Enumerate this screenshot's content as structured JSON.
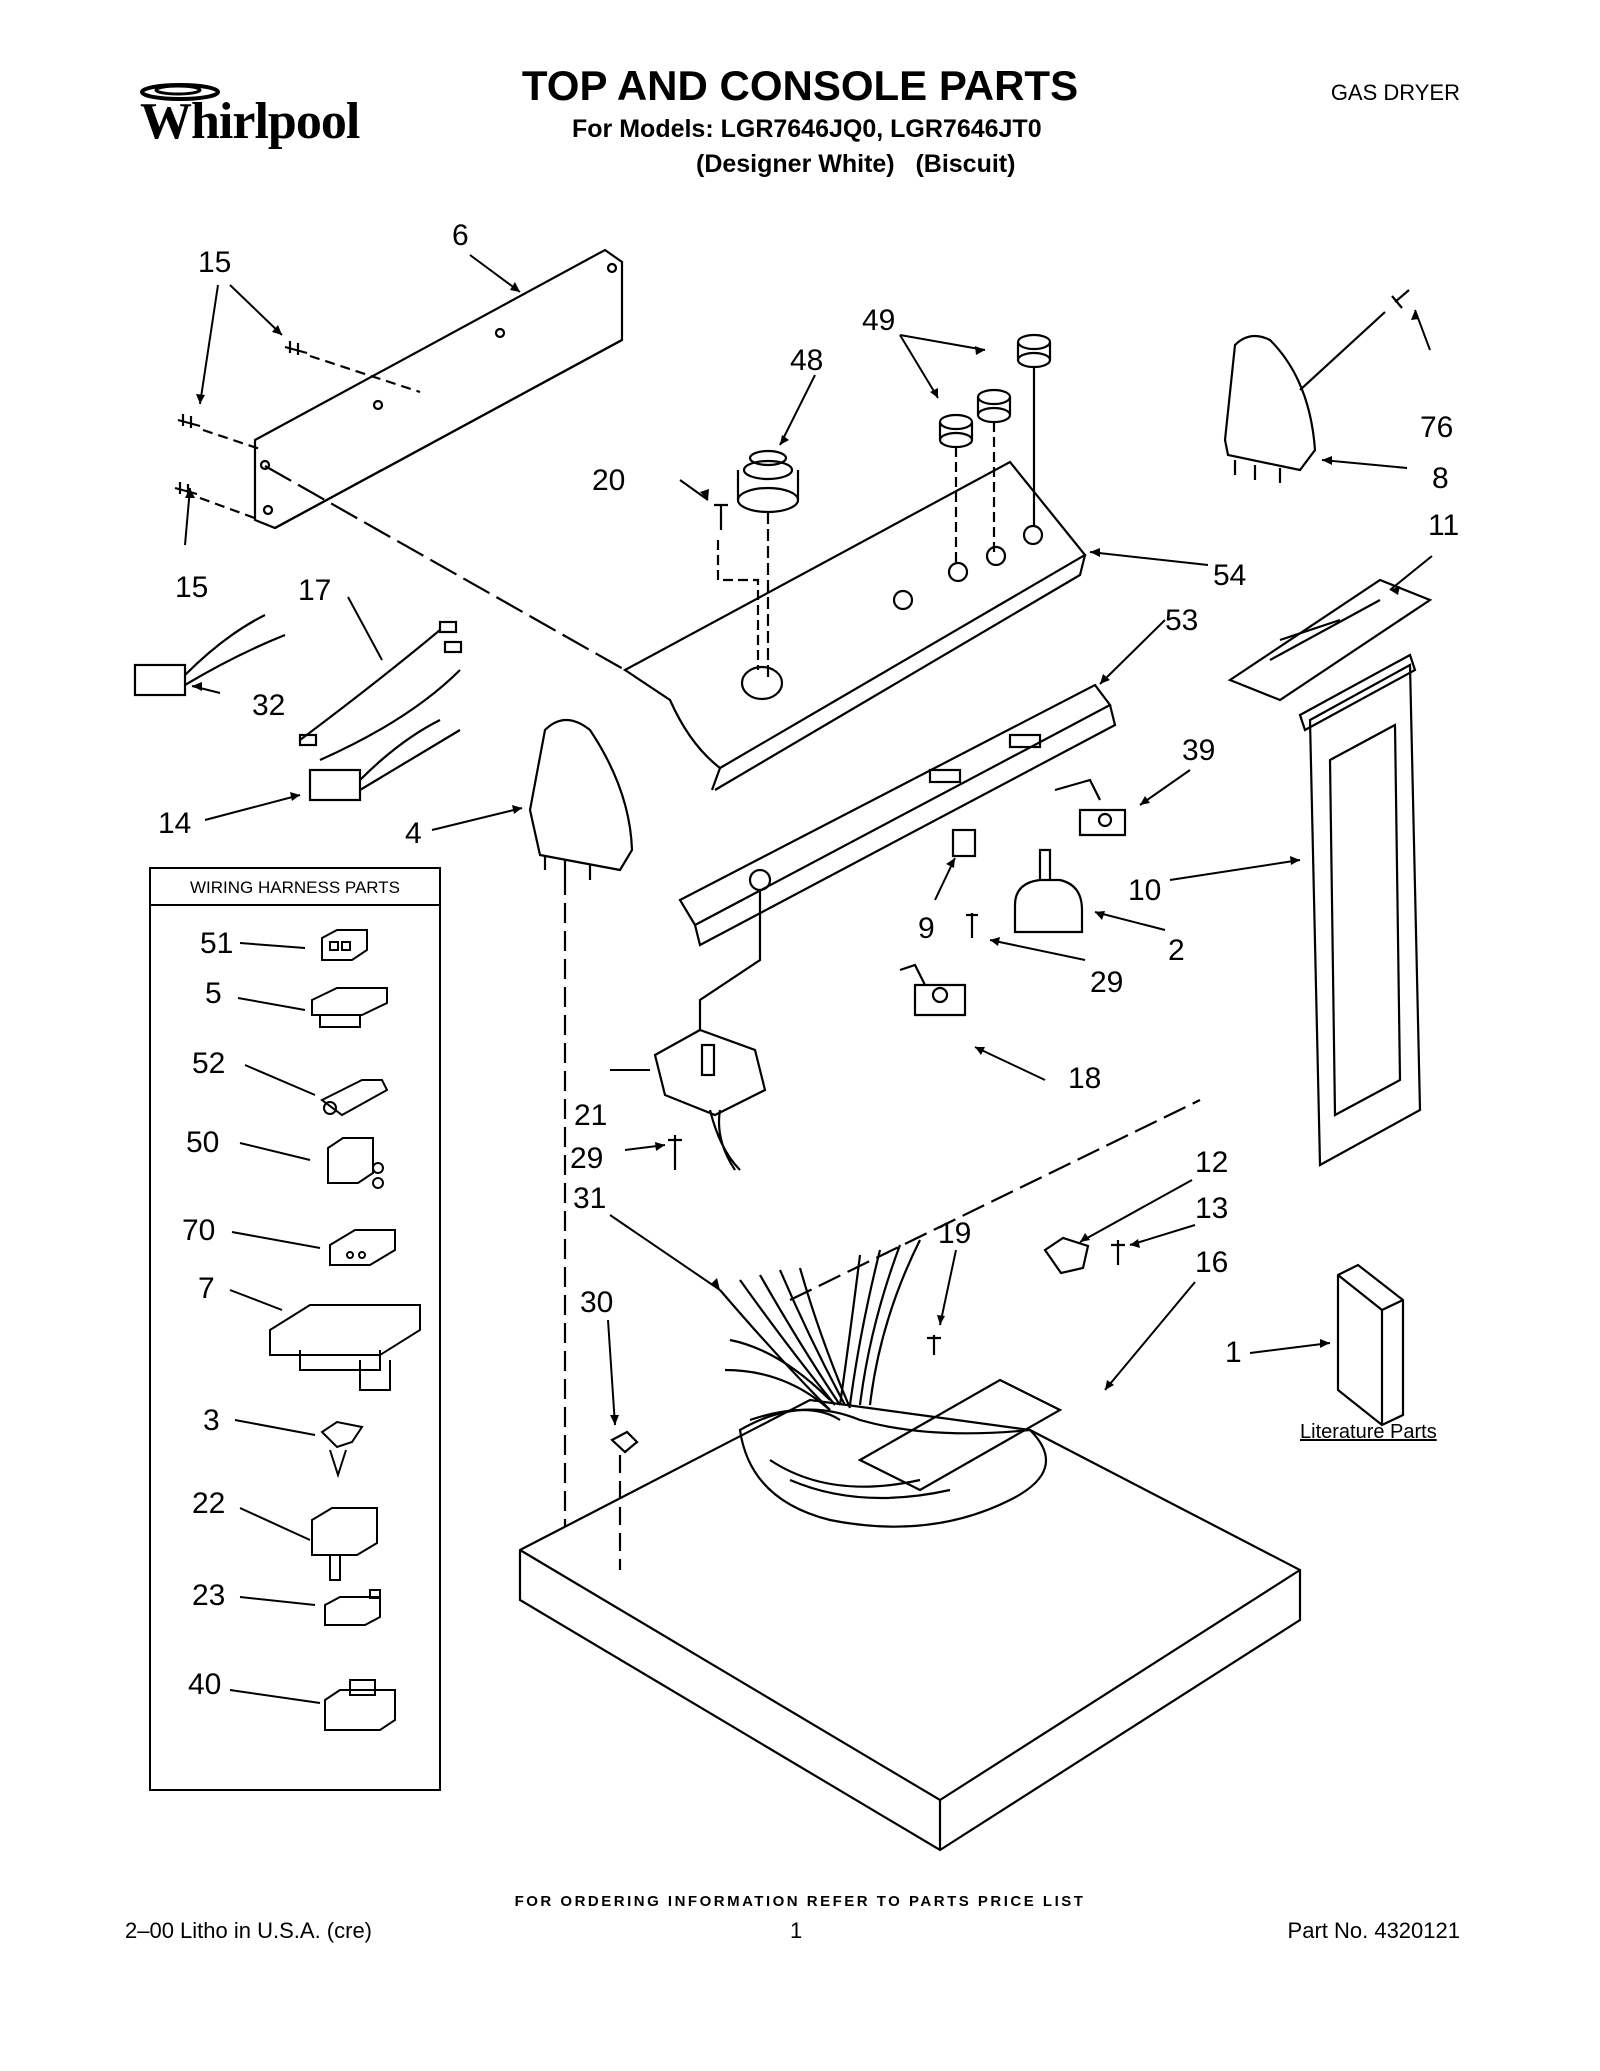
{
  "header": {
    "brand": "Whirlpool",
    "title": "TOP AND CONSOLE PARTS",
    "subtitle": "For Models: LGR7646JQ0, LGR7646JT0",
    "colors_line": "(Designer White)   (Biscuit)",
    "product": "GAS DRYER"
  },
  "wiring_box": {
    "title": "WIRING HARNESS PARTS",
    "items": [
      "51",
      "5",
      "52",
      "50",
      "70",
      "7",
      "3",
      "22",
      "23",
      "40"
    ]
  },
  "callouts": {
    "c6": "6",
    "c15a": "15",
    "c15b": "15",
    "c17": "17",
    "c32": "32",
    "c14": "14",
    "c4": "4",
    "c48": "48",
    "c49": "49",
    "c20": "20",
    "c54": "54",
    "c76": "76",
    "c8": "8",
    "c11": "11",
    "c53": "53",
    "c39": "39",
    "c10": "10",
    "c9": "9",
    "c2": "2",
    "c29a": "29",
    "c18": "18",
    "c21": "21",
    "c29b": "29",
    "c31": "31",
    "c19": "19",
    "c12": "12",
    "c13": "13",
    "c16": "16",
    "c30": "30",
    "c1": "1"
  },
  "literature_label": "Literature Parts",
  "footer": {
    "ordering": "FOR ORDERING INFORMATION REFER TO PARTS PRICE LIST",
    "litho": "2–00 Litho in U.S.A. (cre)",
    "page": "1",
    "part_no": "Part No. 4320121"
  }
}
